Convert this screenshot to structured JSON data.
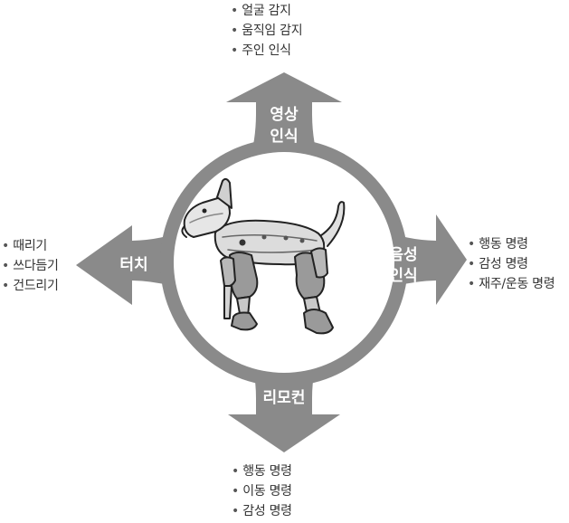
{
  "arms": {
    "top": {
      "label_lines": [
        "영상",
        "인식"
      ],
      "items": [
        "얼굴 감지",
        "움직임 감지",
        "주인 인식"
      ]
    },
    "right": {
      "label_lines": [
        "음성",
        "인식"
      ],
      "items": [
        "행동 명령",
        "감성 명령",
        "재주/운동 명령"
      ]
    },
    "bottom": {
      "label_lines": [
        "리모컨"
      ],
      "items": [
        "행동 명령",
        "이동 명령",
        "감성 명령"
      ]
    },
    "left": {
      "label_lines": [
        "터치"
      ],
      "items": [
        "때리기",
        "쓰다듬기",
        "건드리기"
      ]
    }
  },
  "center_image": "robot-dog",
  "colors": {
    "arrow": "#8a8a8a",
    "label": "#ffffff",
    "text": "#333333"
  }
}
